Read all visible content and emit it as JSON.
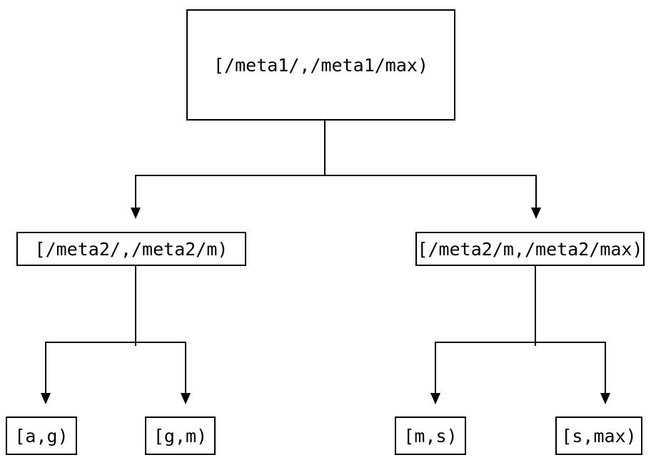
{
  "diagram": {
    "type": "tree",
    "colors": {
      "background": "#ffffff",
      "stroke": "#000000",
      "text": "#000000"
    },
    "nodes": {
      "root": {
        "label": "[/meta1/,/meta1/max)"
      },
      "meta2_low": {
        "label": "[/meta2/,/meta2/m)"
      },
      "meta2_high": {
        "label": "[/meta2/m,/meta2/max)"
      },
      "leaf_ag": {
        "label": "[a,g)"
      },
      "leaf_gm": {
        "label": "[g,m)"
      },
      "leaf_ms": {
        "label": "[m,s)"
      },
      "leaf_smax": {
        "label": "[s,max)"
      }
    },
    "edges": [
      {
        "from": "root",
        "to": "meta2_low"
      },
      {
        "from": "root",
        "to": "meta2_high"
      },
      {
        "from": "meta2_low",
        "to": "leaf_ag"
      },
      {
        "from": "meta2_low",
        "to": "leaf_gm"
      },
      {
        "from": "meta2_high",
        "to": "leaf_ms"
      },
      {
        "from": "meta2_high",
        "to": "leaf_smax"
      }
    ]
  }
}
